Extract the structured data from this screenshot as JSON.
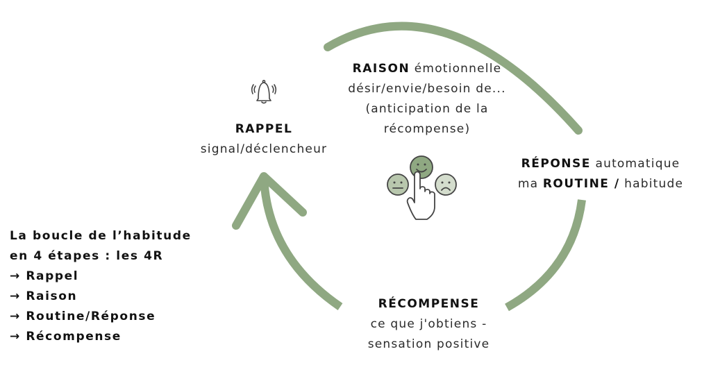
{
  "colors": {
    "loop": "#8fa882",
    "icon_stroke": "#444444",
    "smiley_happy": "#8fa882",
    "smiley_neutral": "#b8c7ad",
    "smiley_sad": "#d4ddcd"
  },
  "steps": {
    "rappel": {
      "title": "RAPPEL",
      "subtitle": "signal/déclencheur",
      "icon": "bell-ringing-icon"
    },
    "raison": {
      "title": "RAISON",
      "title_rest": " émotionnelle",
      "line2": "désir/envie/besoin de...",
      "line3": "(anticipation de la",
      "line4": "récompense)"
    },
    "reponse": {
      "title": "RÉPONSE",
      "title_rest": " automatique",
      "line2_pre": "ma ",
      "line2_bold": "ROUTINE /",
      "line2_rest": " habitude",
      "icon": "hand-choosing-smiley-icon"
    },
    "recompense": {
      "title": "RÉCOMPENSE",
      "line2": "ce que j'obtiens -",
      "line3": "sensation positive"
    }
  },
  "legend": {
    "line1": "La boucle de l’habitude",
    "line2": "en 4 étapes : les 4R",
    "items": [
      "→ Rappel",
      "→ Raison",
      "→ Routine/Réponse",
      "→ Récompense"
    ]
  }
}
